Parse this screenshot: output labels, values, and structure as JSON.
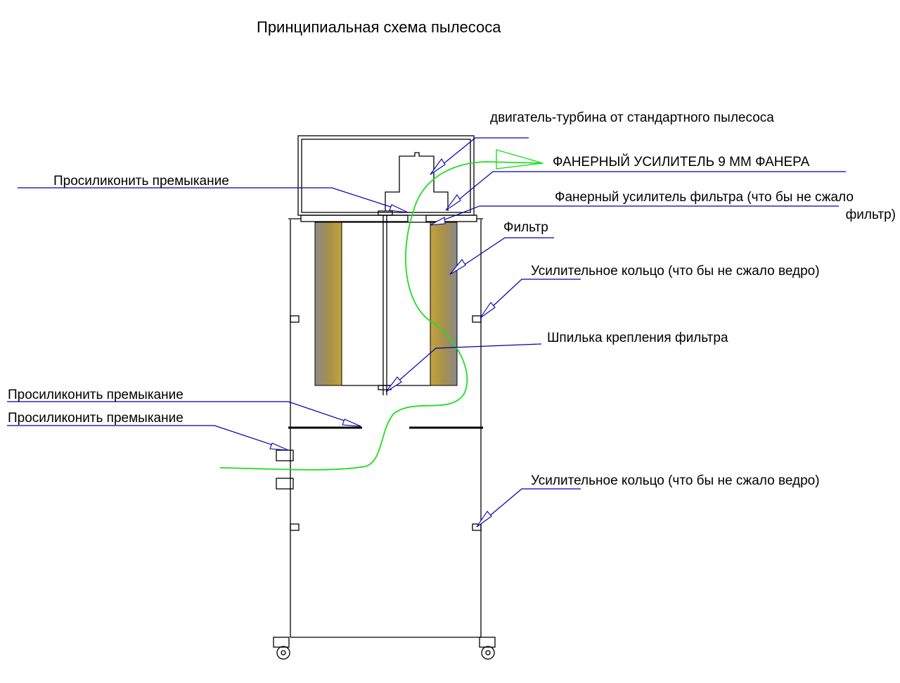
{
  "title": "Принципиальная схема пылесоса",
  "labels": {
    "motor": "двигатель-турбина от стандартного пылесоса",
    "plywood": "ФАНЕРНЫЙ УСИЛИТЕЛЬ 9 ММ ФАНЕРА",
    "filter_plate_1": "Фанерный усилитель фильтра (что бы не сжало",
    "filter_plate_2": "фильтр)",
    "seal_top": "Просиликонить премыкание",
    "filter": "Фильтр",
    "ring_top": "Усилительное кольцо (что бы не сжало ведро)",
    "stud": "Шпилька крепления фильтра",
    "seal_mid": "Просиликонить премыкание",
    "seal_low": "Просиликонить премыкание",
    "ring_bottom": "Усилительное кольцо (что бы не сжало ведро)"
  },
  "colors": {
    "leader": "#0000aa",
    "airflow": "#22dd22",
    "filter": "#b59a3c",
    "outline": "#000000"
  }
}
